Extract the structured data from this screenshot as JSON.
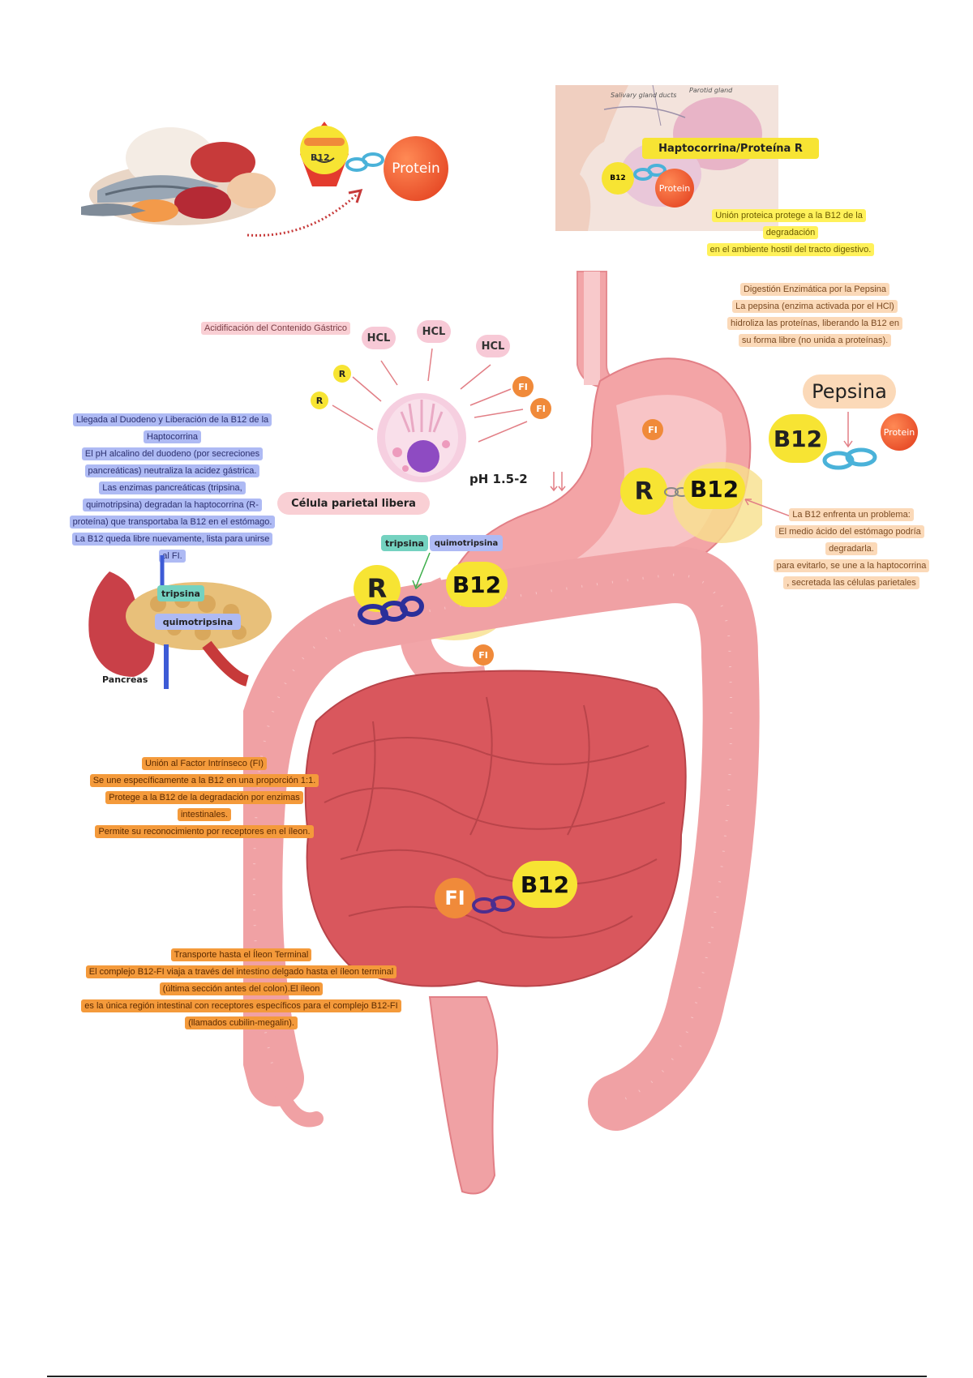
{
  "labels": {
    "protein_badge": "Protein",
    "protein_badge_small": "Protein",
    "protein_right": "Protein",
    "b12_char": "B12",
    "salivary": "Salivary gland ducts",
    "parotid": "Parotid gland",
    "haptocorrina": "Haptocorrina/Proteína R",
    "hcl": "HCL",
    "r": "R",
    "fi": "FI",
    "b12": "B12",
    "ph": "pH  1.5-2",
    "celula": "Célula parietal libera",
    "pepsina": "Pepsina",
    "tripsina": "tripsina",
    "quimotripsina": "quimotripsina",
    "pancreas": "Pancreas"
  },
  "notes": {
    "union_proteica": [
      "Unión proteica protege a la B12 de la degradación",
      "en el ambiente hostil del tracto digestivo."
    ],
    "acidificacion": [
      "Acidificación del Contenido Gástrico"
    ],
    "digestion": [
      "Digestión Enzimática por la Pepsina",
      "La pepsina (enzima activada por el HCl)",
      "hidroliza las proteínas, liberando la B12 en",
      "su forma libre (no unida a proteínas)."
    ],
    "problema": [
      "La B12 enfrenta un problema:",
      "El medio ácido del estómago podría degradarla.",
      "para evitarlo, se une a la haptocorrina",
      ", secretada las células parietales"
    ],
    "duodeno": [
      "Llegada al Duodeno y Liberación de la B12 de la",
      "Haptocorrina",
      "El pH alcalino del duodeno (por secreciones",
      "pancreáticas) neutraliza la acidez gástrica.",
      "Las enzimas pancreáticas (tripsina,",
      "quimotripsina) degradan la haptocorrina (R-",
      "proteína) que transportaba la B12 en el estómago.",
      "La B12 queda libre nuevamente, lista para unirse",
      "al FI."
    ],
    "factor": [
      "Unión al Factor Intrínseco (FI)",
      "Se une específicamente a la B12 en una proporción 1:1.",
      "Protege a la B12 de la degradación por enzimas intestinales.",
      "Permite su reconocimiento por receptores en el íleon."
    ],
    "transporte": [
      "Transporte hasta el Íleon Terminal",
      "El complejo B12-FI viaja a través del intestino delgado hasta el íleon terminal",
      "(última sección antes del colon).El íleon",
      "es la única región intestinal con receptores específicos para el complejo B12-FI",
      "(llamados cubilin-megalin)."
    ]
  },
  "colors": {
    "yellow": "#f7e433",
    "orange": "#f08a3a",
    "pink": "#f9cfd4",
    "blue": "#aebaf4",
    "teal": "#74d2c0",
    "stomach": "#f3a4a6",
    "intestine": "#d9575d"
  }
}
